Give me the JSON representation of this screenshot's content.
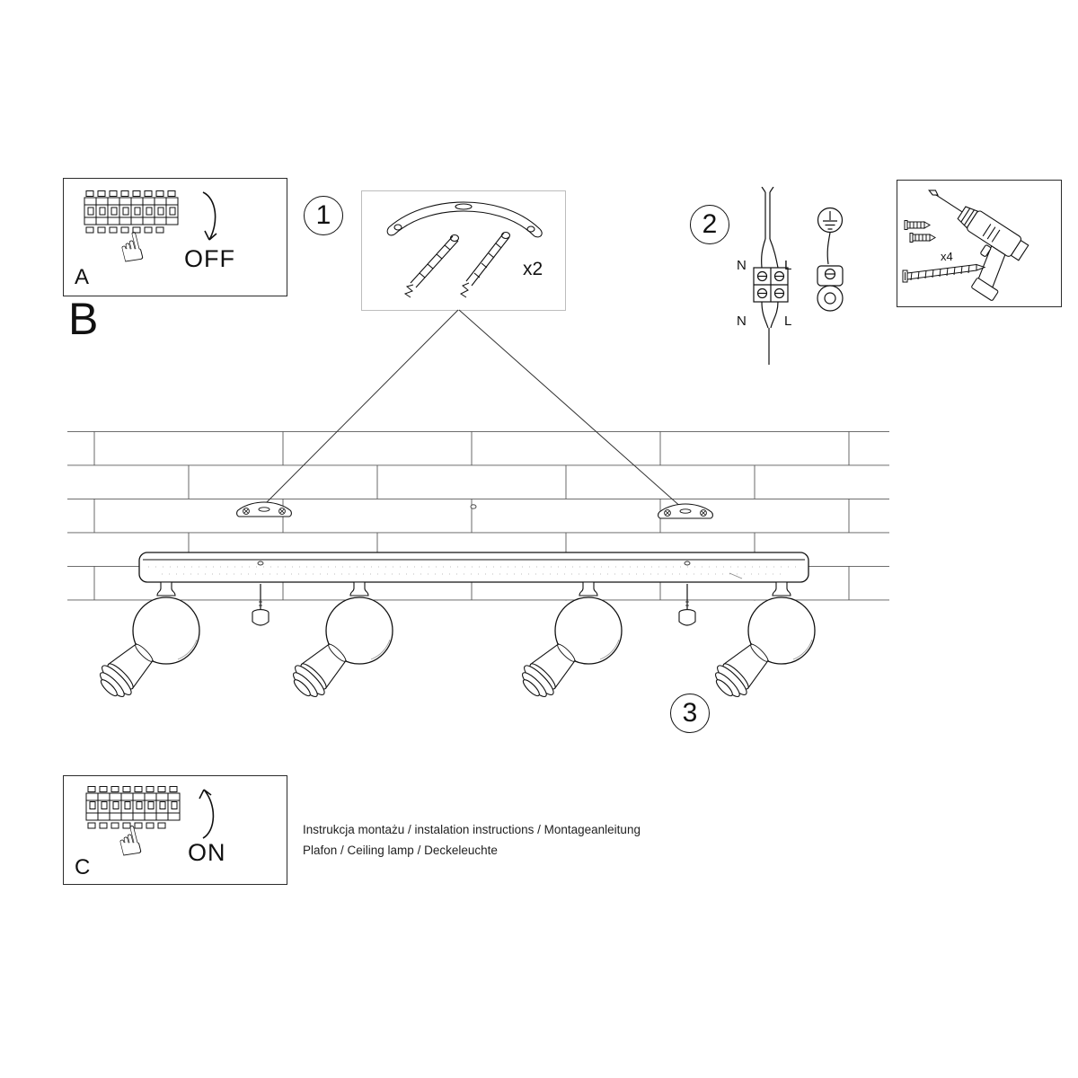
{
  "panel_a": {
    "label": "A",
    "switch_state": "OFF"
  },
  "panel_c": {
    "label": "C",
    "switch_state": "ON"
  },
  "section_label": "B",
  "steps": {
    "s1": "1",
    "s2": "2",
    "s3": "3"
  },
  "quantities": {
    "brackets": "x2",
    "anchors": "x4"
  },
  "wiring": {
    "n_top": "N",
    "l_top": "L",
    "n_bottom": "N",
    "l_bottom": "L"
  },
  "footer": {
    "line1": "Instrukcja montażu / instalation instructions / Montageanleitung",
    "line2": "Plafon / Ceiling lamp / Deckeleuchte"
  },
  "colors": {
    "line": "#111111",
    "wall_line": "#5a5a5a"
  }
}
